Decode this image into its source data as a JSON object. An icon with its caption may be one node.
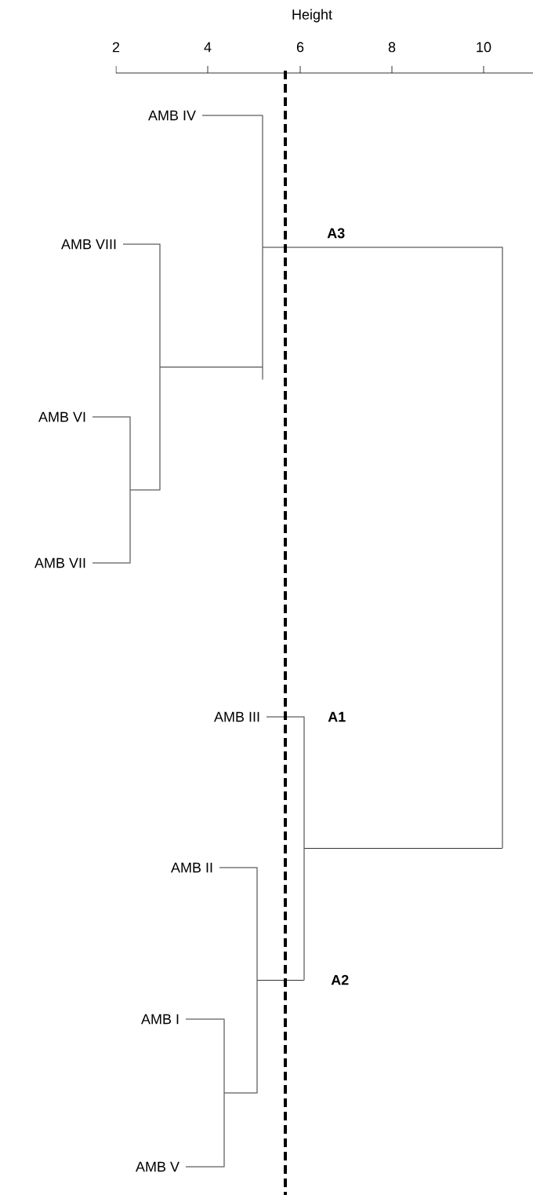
{
  "diagram": {
    "nodes": [
      {
        "text": [
          "AMB IV"
        ]
      },
      {
        "text": [
          "AMB VIII"
        ]
      },
      {
        "text": [
          "AMB VI"
        ]
      },
      {
        "text": [
          "AMB VII"
        ]
      },
      {
        "text": [
          "AMB III"
        ]
      },
      {
        "text": [
          "AMB II"
        ]
      },
      {
        "text": [
          "AMB I"
        ]
      },
      {
        "text": [
          "AMB V"
        ]
      },
      {
        "text": [],
        "shape": "bar"
      },
      {
        "text": [],
        "shape": "bar"
      },
      {
        "text": [],
        "shape": "bar"
      },
      {
        "text": [],
        "shape": "bar"
      },
      {
        "text": [],
        "shape": "bar"
      },
      {
        "text": [],
        "shape": "bar"
      },
      {
        "text": [],
        "shape": "bar"
      }
    ],
    "edges": [
      {
        "from": 0,
        "to": 10,
        "arrow": "none"
      },
      {
        "from": 1,
        "to": 9,
        "arrow": "none"
      },
      {
        "from": 2,
        "to": 8,
        "arrow": "none"
      },
      {
        "from": 3,
        "to": 8,
        "arrow": "none"
      },
      {
        "from": 8,
        "to": 9,
        "arrow": "none"
      },
      {
        "from": 9,
        "to": 10,
        "arrow": "none"
      },
      {
        "from": 4,
        "to": 13,
        "arrow": "none"
      },
      {
        "from": 5,
        "to": 12,
        "arrow": "none"
      },
      {
        "from": 6,
        "to": 11,
        "arrow": "none"
      },
      {
        "from": 7,
        "to": 11,
        "arrow": "none"
      },
      {
        "from": 11,
        "to": 12,
        "arrow": "none"
      },
      {
        "from": 12,
        "to": 13,
        "arrow": "none"
      },
      {
        "from": 10,
        "to": 14,
        "arrow": "none"
      },
      {
        "from": 13,
        "to": 14,
        "arrow": "none"
      }
    ],
    "labels": [
      "Height",
      "2",
      "4",
      "6",
      "8",
      "10",
      "A3",
      "A1",
      "A2"
    ]
  }
}
